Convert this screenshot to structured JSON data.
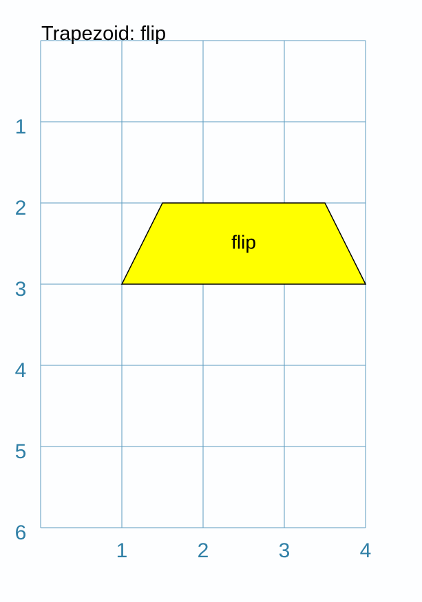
{
  "title": "Trapezoid: flip",
  "grid": {
    "x_ticks": [
      "1",
      "2",
      "3",
      "4"
    ],
    "y_ticks": [
      "1",
      "2",
      "3",
      "4",
      "5",
      "6"
    ],
    "xlim": [
      0,
      4
    ],
    "ylim": [
      0,
      6
    ],
    "y_axis_direction": "down",
    "line_color": "#5a9bbf",
    "label_color": "#2f7fa6"
  },
  "shape": {
    "type": "trapezoid",
    "label": "flip",
    "fill": "#ffff00",
    "stroke": "#000000",
    "vertices": [
      [
        1.5,
        2
      ],
      [
        3.5,
        2
      ],
      [
        4,
        3
      ],
      [
        1,
        3
      ]
    ],
    "label_position": [
      2.5,
      2.5
    ]
  }
}
